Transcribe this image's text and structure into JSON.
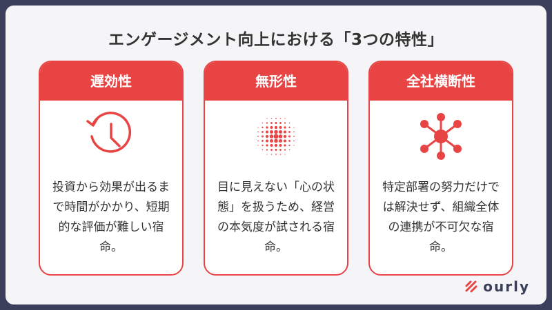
{
  "title": "エンゲージメント向上における「3つの特性」",
  "cards": [
    {
      "heading": "遅効性",
      "icon": "history-clock-icon",
      "body": "投資から効果が出るまで時間がかかり、短期的な評価が難しい宿命。"
    },
    {
      "heading": "無形性",
      "icon": "halftone-dots-icon",
      "body": "目に見えない「心の状態」を扱うため、経営の本気度が試される宿命。"
    },
    {
      "heading": "全社横断性",
      "icon": "network-hub-icon",
      "body": "特定部署の努力だけでは解決せず、組織全体の連携が不可欠な宿命。"
    }
  ],
  "logo": {
    "text": "ourly"
  },
  "colors": {
    "accent": "#e84444",
    "text": "#333333",
    "frame": "#3b3f5c"
  }
}
